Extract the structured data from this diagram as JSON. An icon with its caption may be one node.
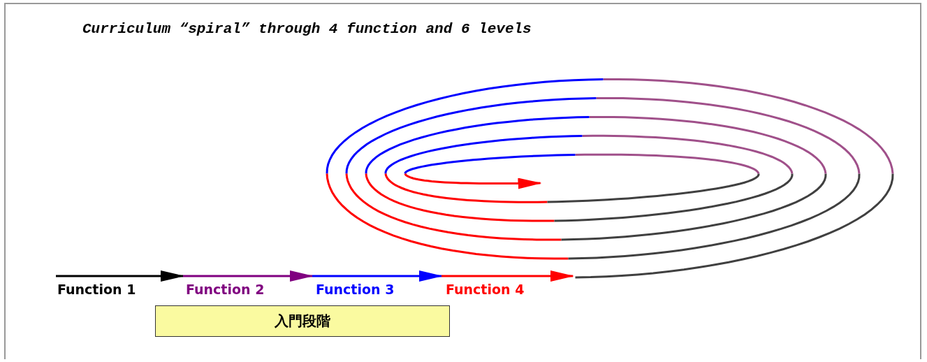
{
  "diagram": {
    "title": "Curriculum “spiral” through 4 function and 6 levels",
    "nodes": [
      {
        "text": [
          "入門段階"
        ]
      }
    ],
    "labels": [
      "Function 1",
      "Function 2",
      "Function 3",
      "Function 4"
    ]
  }
}
